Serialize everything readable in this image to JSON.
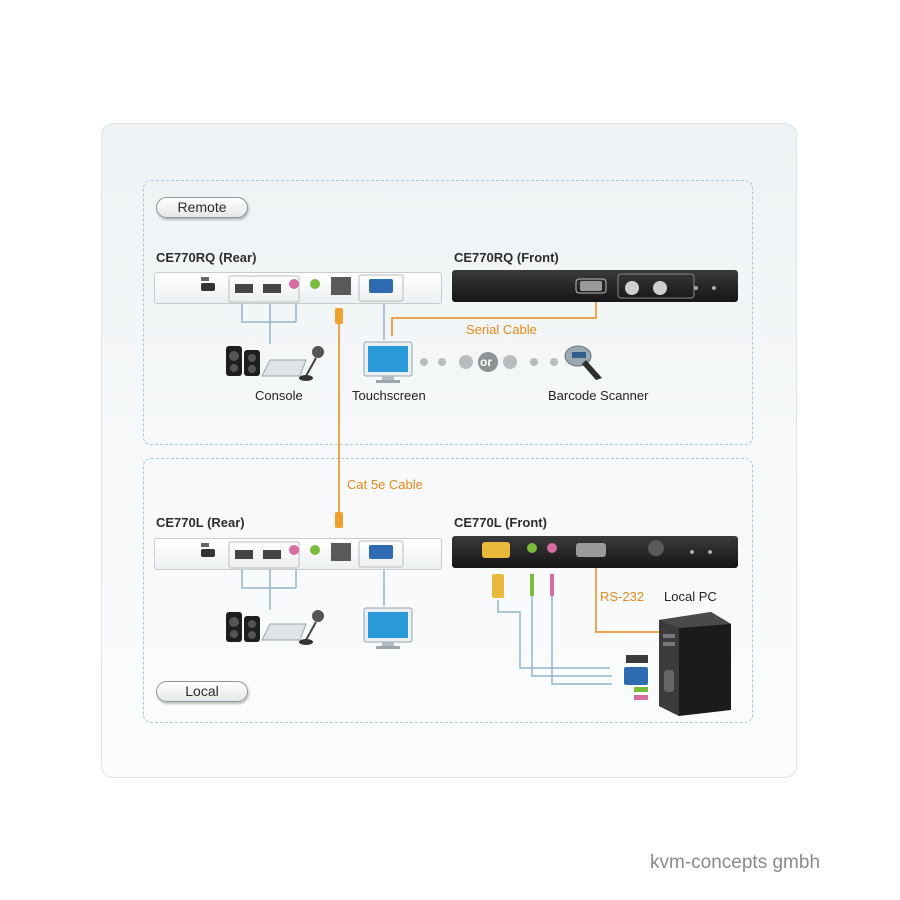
{
  "sections": {
    "remote": {
      "label": "Remote"
    },
    "local": {
      "label": "Local"
    }
  },
  "devices": {
    "remote_rear": {
      "title": "CE770RQ (Rear)"
    },
    "remote_front": {
      "title": "CE770RQ (Front)"
    },
    "local_rear": {
      "title": "CE770L (Rear)"
    },
    "local_front": {
      "title": "CE770L (Front)"
    }
  },
  "labels": {
    "console": "Console",
    "touchscreen": "Touchscreen",
    "barcode_scanner": "Barcode Scanner",
    "serial_cable": "Serial Cable",
    "cat5e_cable": "Cat 5e Cable",
    "rs232": "RS-232",
    "local_pc": "Local PC",
    "or": "or"
  },
  "watermark": "kvm-concepts gmbh",
  "colors": {
    "accent_orange": "#e8891b",
    "wire_blue": "#8fb7cc",
    "dashed_border": "#a9c9d6"
  }
}
